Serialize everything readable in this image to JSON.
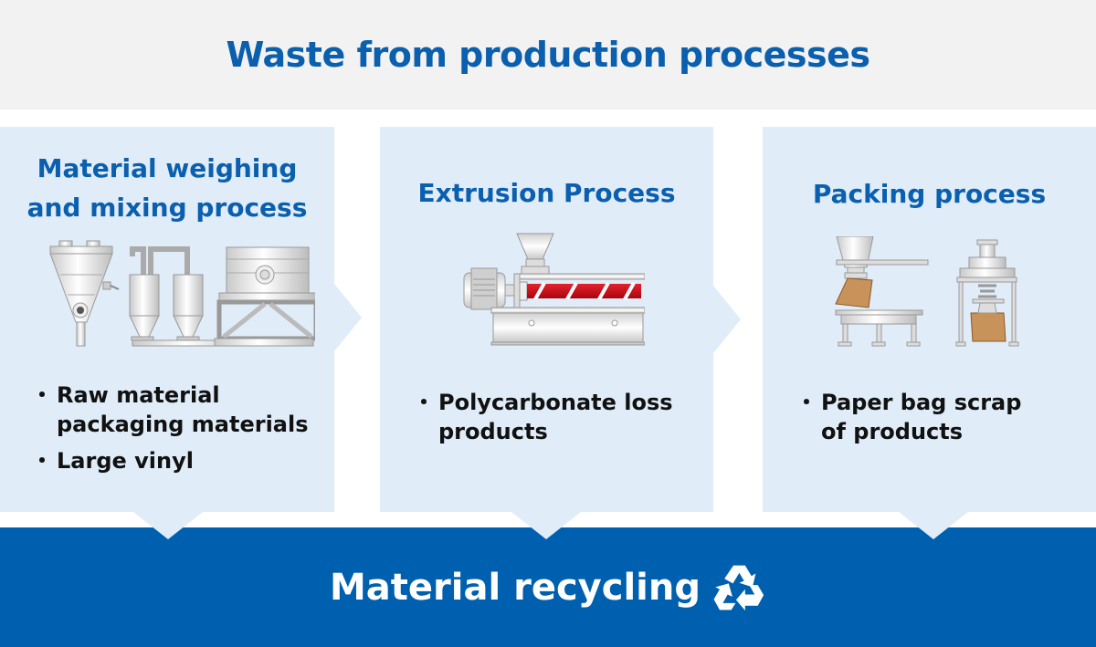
{
  "header": {
    "title": "Waste from production processes"
  },
  "processes": [
    {
      "title_lines": [
        "Material weighing",
        "and mixing process"
      ],
      "illustration": "mixing-equipment-illustration",
      "waste_items": [
        "Raw material packaging materials",
        "Large vinyl"
      ],
      "waste_lines": [
        [
          "Raw material",
          "packaging materials"
        ],
        [
          "Large vinyl"
        ]
      ]
    },
    {
      "title_lines": [
        "Extrusion Process"
      ],
      "illustration": "extruder-illustration",
      "waste_items": [
        "Polycarbonate loss products"
      ],
      "waste_lines": [
        [
          "Polycarbonate loss",
          "products"
        ]
      ]
    },
    {
      "title_lines": [
        "Packing process"
      ],
      "illustration": "packing-equipment-illustration",
      "waste_items": [
        "Paper bag scrap of products"
      ],
      "waste_lines": [
        [
          "Paper bag scrap",
          "of products"
        ]
      ]
    }
  ],
  "footer": {
    "label": "Material recycling",
    "icon": "recycle-icon"
  },
  "colors": {
    "brand_blue": "#0060b0",
    "title_blue": "#0a5fae",
    "panel_bg": "#e0ecf8",
    "header_bg": "#f2f2f2",
    "screw_red": "#d0101a",
    "bag_brown": "#c8935a"
  }
}
